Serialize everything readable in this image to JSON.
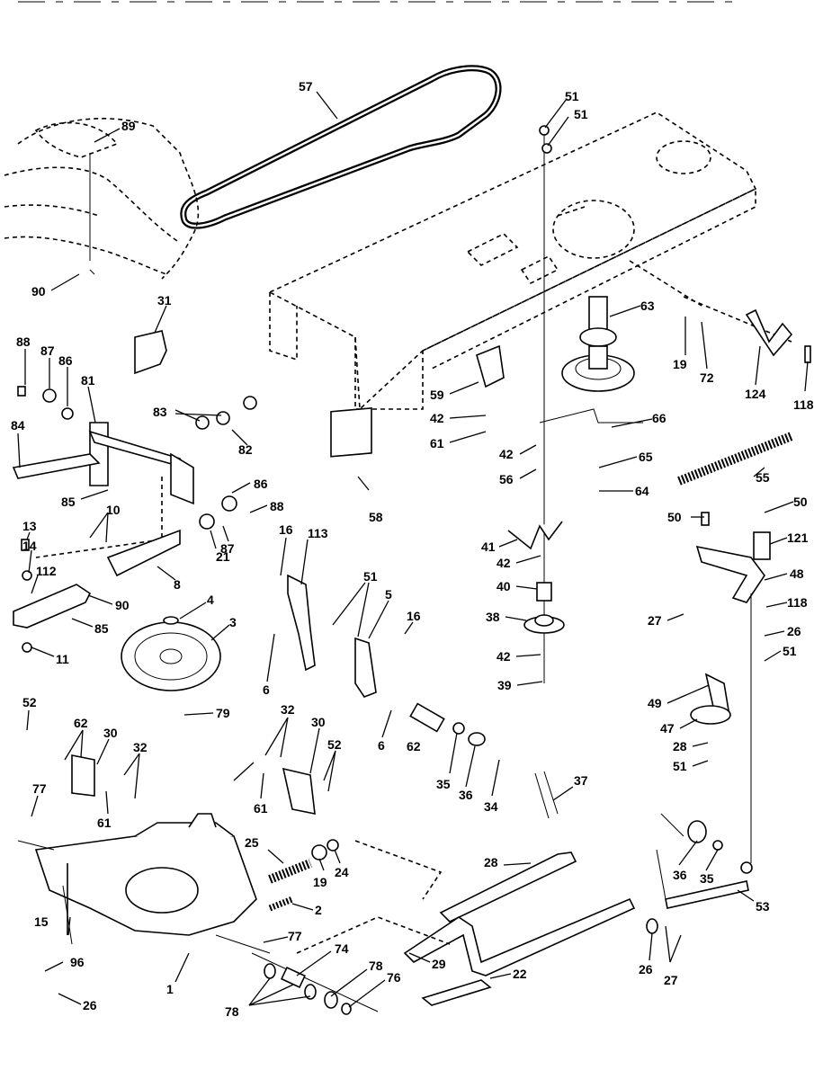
{
  "diagram": {
    "callouts": [
      {
        "id": "c57",
        "text": "57"
      },
      {
        "id": "c51a",
        "text": "51"
      },
      {
        "id": "c51b",
        "text": "51"
      },
      {
        "id": "c89",
        "text": "89"
      },
      {
        "id": "c90a",
        "text": "90"
      },
      {
        "id": "c31",
        "text": "31"
      },
      {
        "id": "c88a",
        "text": "88"
      },
      {
        "id": "c87a",
        "text": "87"
      },
      {
        "id": "c86a",
        "text": "86"
      },
      {
        "id": "c81",
        "text": "81"
      },
      {
        "id": "c83",
        "text": "83"
      },
      {
        "id": "c82a",
        "text": "82"
      },
      {
        "id": "c84",
        "text": "84"
      },
      {
        "id": "c85a",
        "text": "85"
      },
      {
        "id": "c86b",
        "text": "86"
      },
      {
        "id": "c88b",
        "text": "88"
      },
      {
        "id": "c87b",
        "text": "87"
      },
      {
        "id": "c10",
        "text": "10"
      },
      {
        "id": "c21",
        "text": "21"
      },
      {
        "id": "c8",
        "text": "8"
      },
      {
        "id": "c13",
        "text": "13"
      },
      {
        "id": "c14",
        "text": "14"
      },
      {
        "id": "c112",
        "text": "112"
      },
      {
        "id": "c90b",
        "text": "90"
      },
      {
        "id": "c85b",
        "text": "85"
      },
      {
        "id": "c11",
        "text": "11"
      },
      {
        "id": "c4",
        "text": "4"
      },
      {
        "id": "c3",
        "text": "3"
      },
      {
        "id": "c16a",
        "text": "16"
      },
      {
        "id": "c113",
        "text": "113"
      },
      {
        "id": "c51c",
        "text": "51"
      },
      {
        "id": "c5",
        "text": "5"
      },
      {
        "id": "c16b",
        "text": "16"
      },
      {
        "id": "c6a",
        "text": "6"
      },
      {
        "id": "c6b",
        "text": "6"
      },
      {
        "id": "c58",
        "text": "58"
      },
      {
        "id": "c59",
        "text": "59"
      },
      {
        "id": "c42a",
        "text": "42"
      },
      {
        "id": "c61a",
        "text": "61"
      },
      {
        "id": "c63",
        "text": "63"
      },
      {
        "id": "c19a",
        "text": "19"
      },
      {
        "id": "c72",
        "text": "72"
      },
      {
        "id": "c124",
        "text": "124"
      },
      {
        "id": "c118a",
        "text": "118"
      },
      {
        "id": "c66",
        "text": "66"
      },
      {
        "id": "c42b",
        "text": "42"
      },
      {
        "id": "c56",
        "text": "56"
      },
      {
        "id": "c65",
        "text": "65"
      },
      {
        "id": "c64",
        "text": "64"
      },
      {
        "id": "c55",
        "text": "55"
      },
      {
        "id": "c41",
        "text": "41"
      },
      {
        "id": "c42c",
        "text": "42"
      },
      {
        "id": "c40",
        "text": "40"
      },
      {
        "id": "c38",
        "text": "38"
      },
      {
        "id": "c42d",
        "text": "42"
      },
      {
        "id": "c39",
        "text": "39"
      },
      {
        "id": "c50a",
        "text": "50"
      },
      {
        "id": "c50b",
        "text": "50"
      },
      {
        "id": "c121",
        "text": "121"
      },
      {
        "id": "c48",
        "text": "48"
      },
      {
        "id": "c27a",
        "text": "27"
      },
      {
        "id": "c118b",
        "text": "118"
      },
      {
        "id": "c26a",
        "text": "26"
      },
      {
        "id": "c51d",
        "text": "51"
      },
      {
        "id": "c49",
        "text": "49"
      },
      {
        "id": "c47",
        "text": "47"
      },
      {
        "id": "c28a",
        "text": "28"
      },
      {
        "id": "c51e",
        "text": "51"
      },
      {
        "id": "c79",
        "text": "79"
      },
      {
        "id": "c52a",
        "text": "52"
      },
      {
        "id": "c62a",
        "text": "62"
      },
      {
        "id": "c30a",
        "text": "30"
      },
      {
        "id": "c32a",
        "text": "32"
      },
      {
        "id": "c61b",
        "text": "61"
      },
      {
        "id": "c77a",
        "text": "77"
      },
      {
        "id": "c32b",
        "text": "32"
      },
      {
        "id": "c30b",
        "text": "30"
      },
      {
        "id": "c52b",
        "text": "52"
      },
      {
        "id": "c61c",
        "text": "61"
      },
      {
        "id": "c62b",
        "text": "62"
      },
      {
        "id": "c35a",
        "text": "35"
      },
      {
        "id": "c36a",
        "text": "36"
      },
      {
        "id": "c34",
        "text": "34"
      },
      {
        "id": "c37",
        "text": "37"
      },
      {
        "id": "c25",
        "text": "25"
      },
      {
        "id": "c19b",
        "text": "19"
      },
      {
        "id": "c24",
        "text": "24"
      },
      {
        "id": "c2",
        "text": "2"
      },
      {
        "id": "c28b",
        "text": "28"
      },
      {
        "id": "c36b",
        "text": "36"
      },
      {
        "id": "c35b",
        "text": "35"
      },
      {
        "id": "c53",
        "text": "53"
      },
      {
        "id": "c15",
        "text": "15"
      },
      {
        "id": "c77b",
        "text": "77"
      },
      {
        "id": "c74",
        "text": "74"
      },
      {
        "id": "c29",
        "text": "29"
      },
      {
        "id": "c22",
        "text": "22"
      },
      {
        "id": "c26b",
        "text": "26"
      },
      {
        "id": "c27b",
        "text": "27"
      },
      {
        "id": "c96",
        "text": "96"
      },
      {
        "id": "c1",
        "text": "1"
      },
      {
        "id": "c26c",
        "text": "26"
      },
      {
        "id": "c78a",
        "text": "78"
      },
      {
        "id": "c76",
        "text": "76"
      },
      {
        "id": "c78b",
        "text": "78"
      }
    ]
  }
}
